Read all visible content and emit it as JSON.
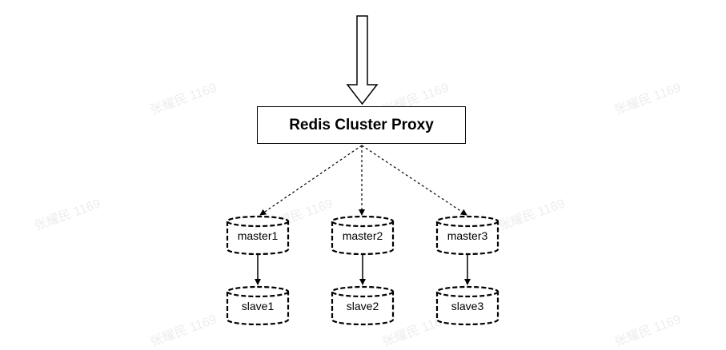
{
  "proxy": {
    "label": "Redis Cluster Proxy"
  },
  "masters": [
    {
      "label": "master1"
    },
    {
      "label": "master2"
    },
    {
      "label": "master3"
    }
  ],
  "slaves": [
    {
      "label": "slave1"
    },
    {
      "label": "slave2"
    },
    {
      "label": "slave3"
    }
  ],
  "watermark": {
    "text": "张耀民 1169"
  }
}
